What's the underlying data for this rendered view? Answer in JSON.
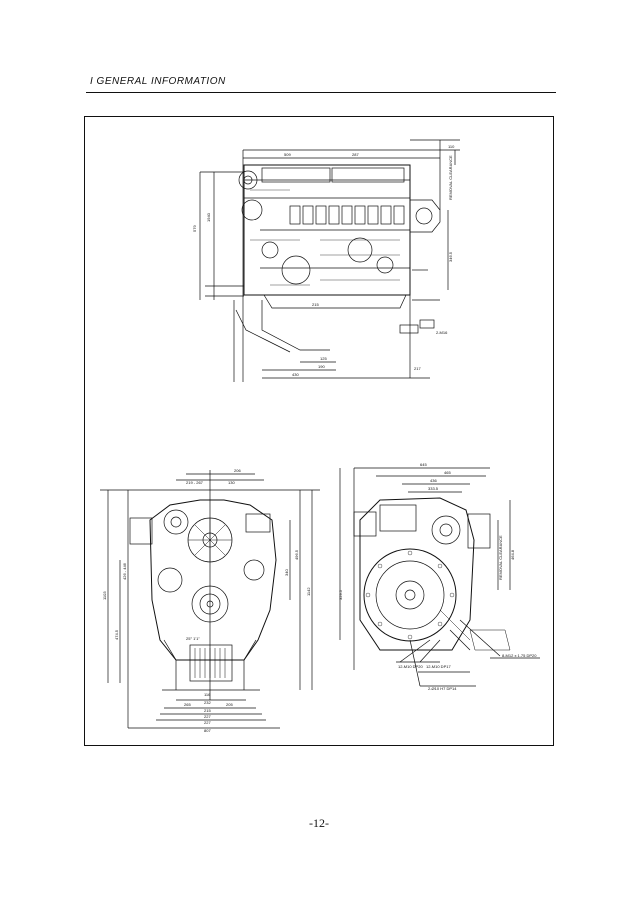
{
  "header": {
    "section_title": "I  GENERAL  INFORMATION"
  },
  "side_view": {
    "dims_top": [
      "509",
      "287",
      "110"
    ],
    "dims_left": [
      "579",
      "1940"
    ],
    "dims_bottom": [
      "215",
      "125",
      "190",
      "430"
    ],
    "dims_right": [
      "346.5",
      "217",
      "2-M16"
    ],
    "removal_clearance": "REMOVAL CLEARANCE"
  },
  "front_view": {
    "dims_top": [
      "206",
      "219 - 267",
      "130"
    ],
    "dims_sides": [
      "1103",
      "474.5",
      "496.5",
      "426 - 446",
      "1142",
      "340"
    ],
    "dims_bottom": [
      "116",
      "232",
      "265",
      "205",
      "215",
      "227",
      "227",
      "807"
    ],
    "angle": "25° 1'1\""
  },
  "rear_view": {
    "dims_top": [
      "645",
      "465",
      "436",
      "333.5"
    ],
    "dims_right": [
      "464.8",
      "REMOVAL CLEARANCE"
    ],
    "dims_callouts": [
      "8-M12 x 1.75 DP20",
      "12-M10 DP20",
      "12-M10 DP17",
      "2-Ø10 H7 DP14",
      "329.5"
    ]
  },
  "footer": {
    "page_number": "-12-"
  }
}
